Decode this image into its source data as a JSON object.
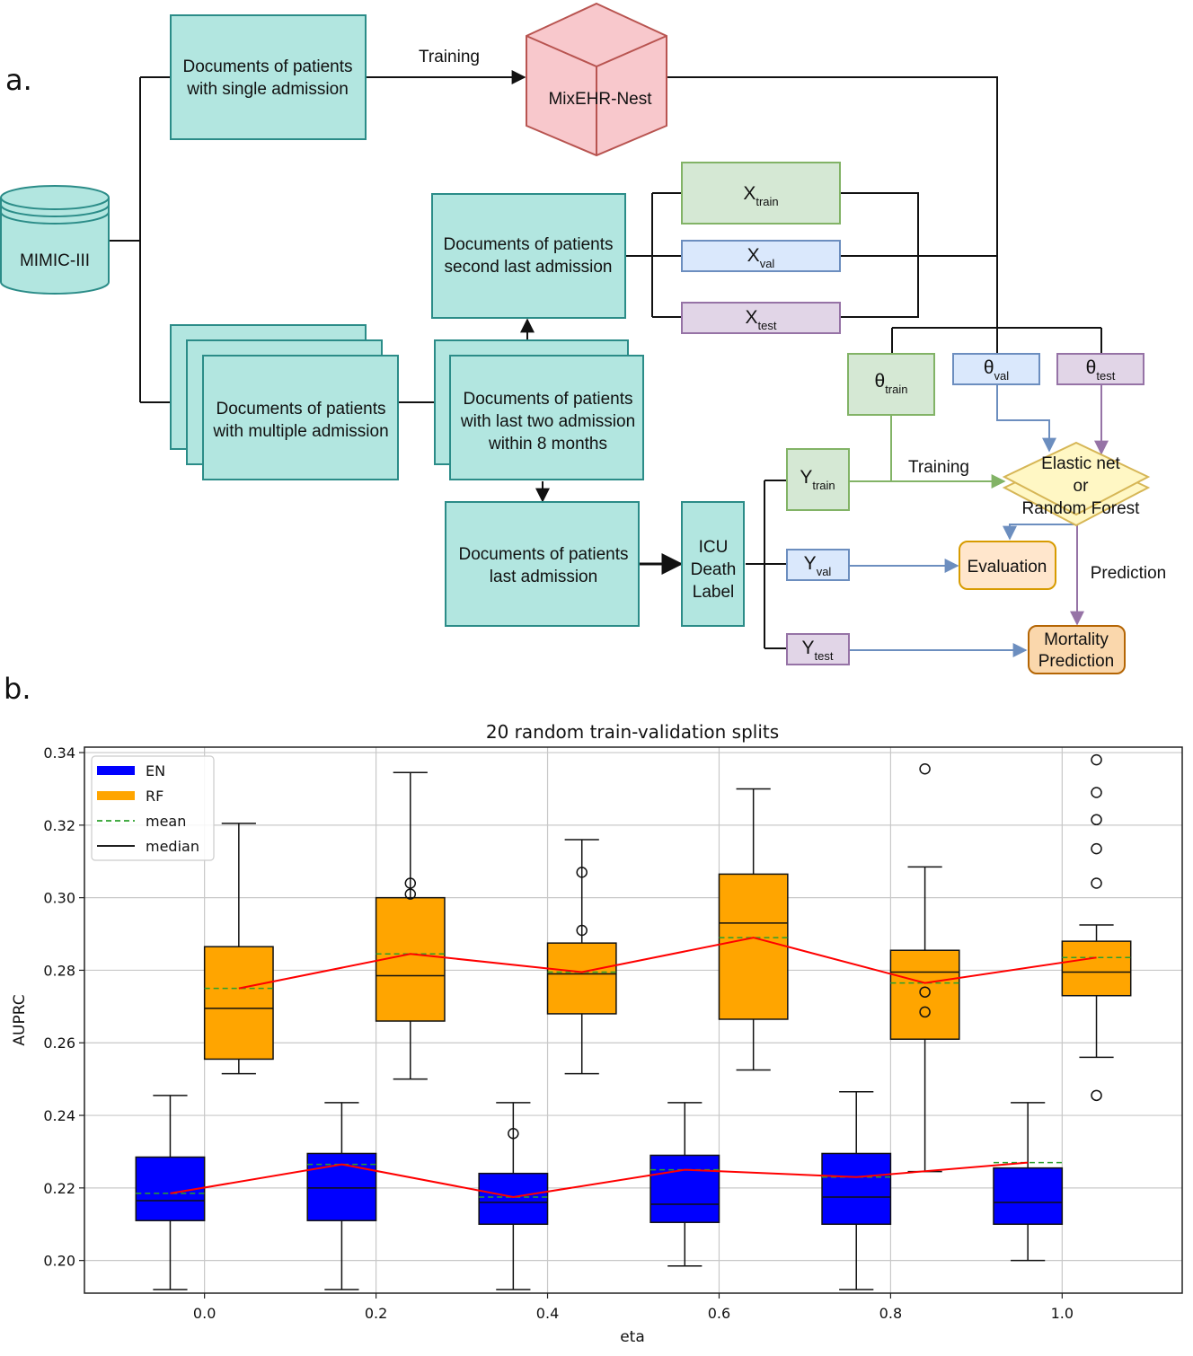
{
  "panel_labels": {
    "a": "a.",
    "b": "b."
  },
  "diagram": {
    "db": "MIMIC-III",
    "single_docs": [
      "Documents of patients",
      "with single admission"
    ],
    "training_label_top": "Training",
    "model": "MixEHR-Nest",
    "multi_docs": [
      "Documents of patients",
      "with multiple admission"
    ],
    "last_two_docs": [
      "Documents of patients",
      "with last two admission",
      "within 8 months"
    ],
    "second_last_docs": [
      "Documents of patients",
      "second last admission"
    ],
    "last_docs": [
      "Documents of patients",
      "last admission"
    ],
    "icu_label": [
      "ICU",
      "Death",
      "Label"
    ],
    "x_train": {
      "base": "X",
      "sub": "train"
    },
    "x_val": {
      "base": "X",
      "sub": "val"
    },
    "x_test": {
      "base": "X",
      "sub": "test"
    },
    "theta_train": {
      "base": "θ",
      "sub": "train"
    },
    "theta_val": {
      "base": "θ",
      "sub": "val"
    },
    "theta_test": {
      "base": "θ",
      "sub": "test"
    },
    "y_train": {
      "base": "Y",
      "sub": "train"
    },
    "y_val": {
      "base": "Y",
      "sub": "val"
    },
    "y_test": {
      "base": "Y",
      "sub": "test"
    },
    "classifier": [
      "Elastic net",
      "or",
      "Random Forest"
    ],
    "training_label_bottom": "Training",
    "evaluation": "Evaluation",
    "prediction_label": "Prediction",
    "mortality": [
      "Mortality",
      "Prediction"
    ],
    "colors": {
      "teal_fill": "#b2e6e0",
      "teal_stroke": "#2b8c88",
      "green_fill": "#d5e8d4",
      "green_stroke": "#82b366",
      "blue_fill": "#dae8fc",
      "blue_stroke": "#6c8ebf",
      "purple_fill": "#e1d5e7",
      "purple_stroke": "#9673a6",
      "red_fill": "#f8c8cc",
      "red_stroke": "#b85450",
      "yellow_fill": "#fff7c4",
      "yellow_stroke": "#d6b656",
      "orange_fill": "#ffe6cc",
      "orange_stroke": "#d79b00",
      "orange2_fill": "#fad7ac",
      "orange2_stroke": "#b46504"
    }
  },
  "chart_data": {
    "type": "boxplot",
    "title": "20 random train-validation splits",
    "xlabel": "eta",
    "ylabel": "AUPRC",
    "xlim": [
      -0.14,
      1.14
    ],
    "ylim": [
      0.191,
      0.3415
    ],
    "x_ticks": [
      0.0,
      0.2,
      0.4,
      0.6,
      0.8,
      1.0
    ],
    "y_ticks": [
      0.2,
      0.22,
      0.24,
      0.26,
      0.28,
      0.3,
      0.32,
      0.34
    ],
    "grid": true,
    "legend": {
      "placement": "top-left",
      "entries": [
        {
          "label": "EN",
          "kind": "patch",
          "color": "#0000ff"
        },
        {
          "label": "RF",
          "kind": "patch",
          "color": "#ffa500"
        },
        {
          "label": "mean",
          "kind": "dashed",
          "color": "#2ca02c"
        },
        {
          "label": "median",
          "kind": "line",
          "color": "#000000"
        }
      ]
    },
    "series": [
      {
        "name": "EN",
        "color": "#0000ff",
        "x": [
          -0.04,
          0.16,
          0.36,
          0.56,
          0.76,
          0.96
        ],
        "boxes": [
          {
            "whisker_low": 0.192,
            "q1": 0.211,
            "median": 0.2165,
            "q3": 0.2285,
            "whisker_high": 0.2455,
            "mean": 0.2185,
            "outliers": []
          },
          {
            "whisker_low": 0.192,
            "q1": 0.211,
            "median": 0.22,
            "q3": 0.2295,
            "whisker_high": 0.2435,
            "mean": 0.2265,
            "outliers": []
          },
          {
            "whisker_low": 0.192,
            "q1": 0.21,
            "median": 0.216,
            "q3": 0.224,
            "whisker_high": 0.2435,
            "mean": 0.2175,
            "outliers": [
              0.235
            ]
          },
          {
            "whisker_low": 0.1985,
            "q1": 0.2105,
            "median": 0.2155,
            "q3": 0.229,
            "whisker_high": 0.2435,
            "mean": 0.225,
            "outliers": []
          },
          {
            "whisker_low": 0.192,
            "q1": 0.21,
            "median": 0.2175,
            "q3": 0.2295,
            "whisker_high": 0.2465,
            "mean": 0.223,
            "outliers": []
          },
          {
            "whisker_low": 0.2,
            "q1": 0.21,
            "median": 0.216,
            "q3": 0.2255,
            "whisker_high": 0.2435,
            "mean": 0.227,
            "outliers": []
          }
        ]
      },
      {
        "name": "RF",
        "color": "#ffa500",
        "x": [
          0.04,
          0.24,
          0.44,
          0.64,
          0.84,
          1.04
        ],
        "boxes": [
          {
            "whisker_low": 0.2515,
            "q1": 0.2555,
            "median": 0.2695,
            "q3": 0.2865,
            "whisker_high": 0.3205,
            "mean": 0.275,
            "outliers": []
          },
          {
            "whisker_low": 0.25,
            "q1": 0.266,
            "median": 0.2785,
            "q3": 0.3,
            "whisker_high": 0.3345,
            "mean": 0.2845,
            "outliers": [
              0.304,
              0.301
            ]
          },
          {
            "whisker_low": 0.2515,
            "q1": 0.268,
            "median": 0.279,
            "q3": 0.2875,
            "whisker_high": 0.316,
            "mean": 0.2795,
            "outliers": [
              0.307,
              0.291
            ]
          },
          {
            "whisker_low": 0.2525,
            "q1": 0.2665,
            "median": 0.293,
            "q3": 0.3065,
            "whisker_high": 0.33,
            "mean": 0.289,
            "outliers": []
          },
          {
            "whisker_low": 0.2245,
            "q1": 0.261,
            "median": 0.2795,
            "q3": 0.2855,
            "whisker_high": 0.3085,
            "mean": 0.2765,
            "outliers": [
              0.3355,
              0.274,
              0.2685
            ]
          },
          {
            "whisker_low": 0.256,
            "q1": 0.273,
            "median": 0.2795,
            "q3": 0.288,
            "whisker_high": 0.2925,
            "mean": 0.2835,
            "outliers": [
              0.338,
              0.3215,
              0.3135,
              0.304,
              0.329,
              0.2455
            ]
          }
        ]
      }
    ]
  }
}
